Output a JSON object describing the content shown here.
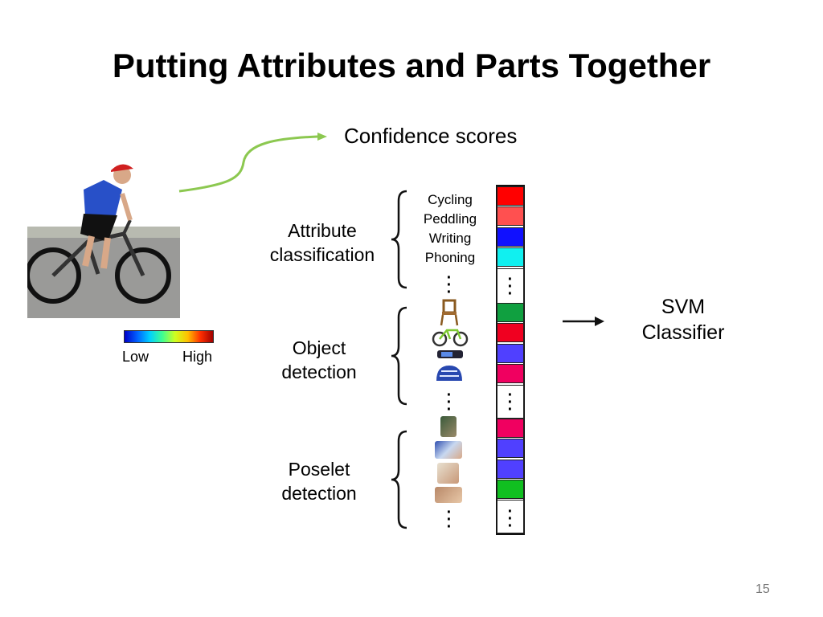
{
  "slide": {
    "title": "Putting Attributes and Parts Together",
    "confidence_label": "Confidence scores",
    "legend": {
      "low": "Low",
      "high": "High"
    },
    "groups": {
      "attribute": {
        "line1": "Attribute",
        "line2": "classification"
      },
      "object": {
        "line1": "Object",
        "line2": "detection"
      },
      "poselet": {
        "line1": "Poselet",
        "line2": "detection"
      }
    },
    "attributes": [
      "Cycling",
      "Peddling",
      "Writing",
      "Phoning"
    ],
    "svm": {
      "line1": "SVM",
      "line2": "Classifier"
    },
    "page_number": "15"
  },
  "score_colors": {
    "attribute": [
      "#ff0000",
      "#ff5050",
      "#1010ff",
      "#10f0f0"
    ],
    "object": [
      "#10a040",
      "#f00020",
      "#5040ff",
      "#f00060"
    ],
    "poselet": [
      "#f00060",
      "#5040ff",
      "#5040ff",
      "#10c020"
    ]
  },
  "icons": {
    "photo": "cyclist-photo",
    "objects": [
      "chair-icon",
      "bicycle-icon",
      "phone-icon",
      "helmet-icon"
    ],
    "poselets": [
      "poselet-hand-icon",
      "poselet-arm-icon",
      "poselet-face-icon",
      "poselet-fingers-icon"
    ]
  }
}
